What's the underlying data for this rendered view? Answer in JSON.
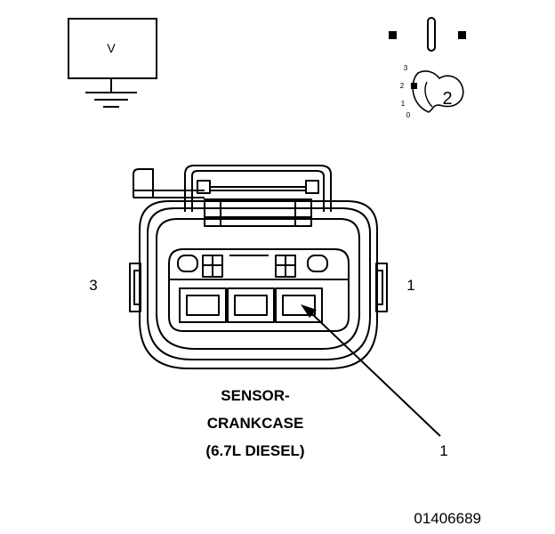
{
  "meter_symbol": {
    "label": "V",
    "icon": "voltmeter-ground-icon"
  },
  "key_switch": {
    "icon": "ignition-key-icon",
    "positions": [
      "3",
      "2",
      "1",
      "0"
    ],
    "selected": "2"
  },
  "connector": {
    "icon": "crankcase-sensor-connector-icon",
    "left_pin_label": "3",
    "right_pin_label": "1",
    "callout_label": "1"
  },
  "title": {
    "line1": "SENSOR-",
    "line2": "CRANKCASE",
    "line3": "(6.7L DIESEL)"
  },
  "figure_id": "01406689"
}
